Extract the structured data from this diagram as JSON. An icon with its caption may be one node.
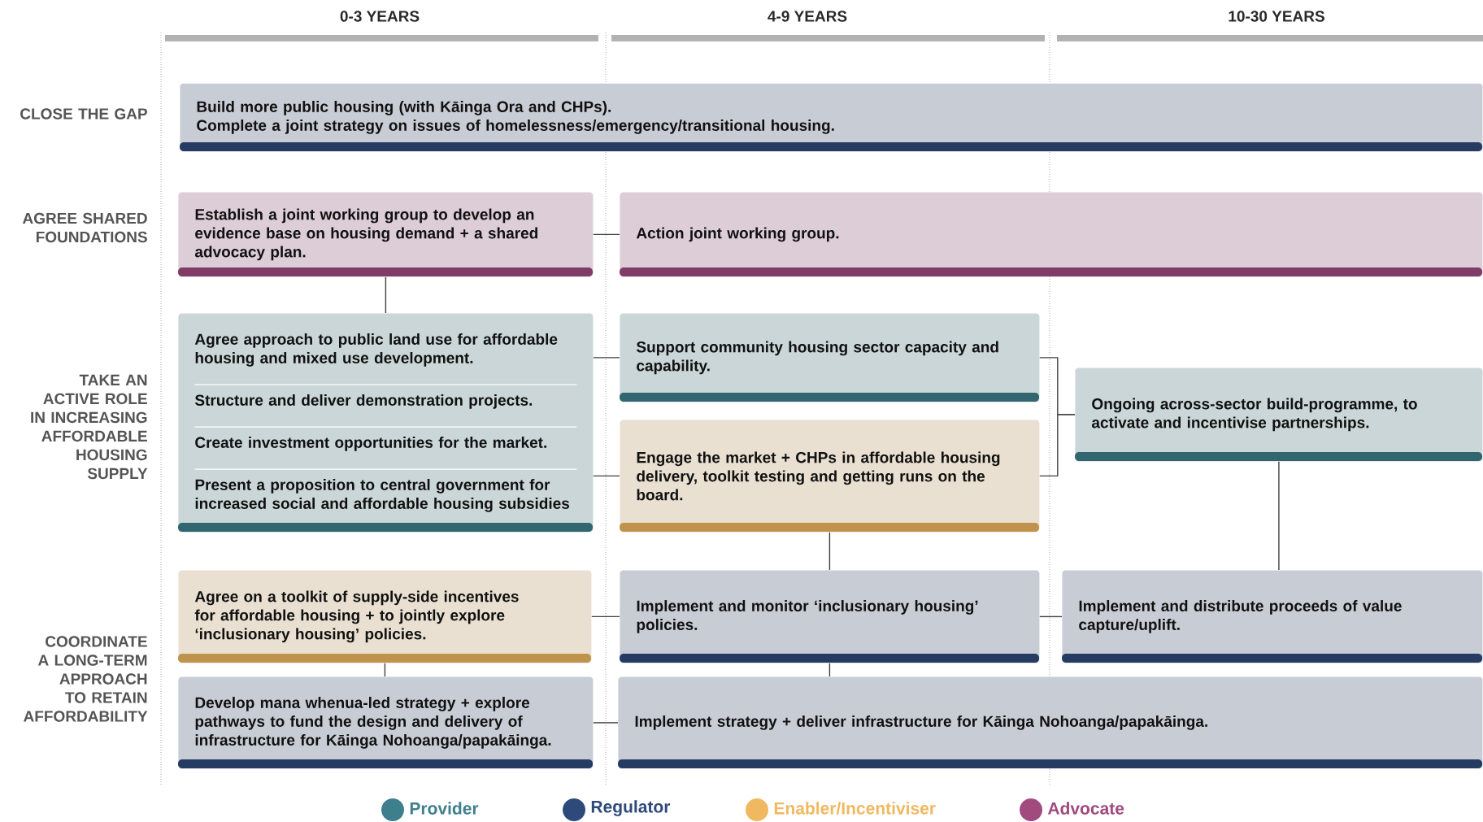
{
  "diagram": {
    "nodes": [
      {
        "text": [
          "Build more public housing (with Kāinga Ora and CHPs).",
          "Complete a joint strategy on issues of homelessness/emergency/transitional housing."
        ]
      },
      {
        "text": [
          "Establish a joint working group to develop an evidence base on housing demand + a shared advocacy plan."
        ]
      },
      {
        "text": [
          "Action joint working group."
        ]
      },
      {
        "text": [
          "Agree approach to public land use for affordable housing and mixed use development.",
          "Structure and deliver demonstration projects.",
          "Create investment opportunities for the market.",
          "Present a proposition to central government for increased social and affordable housing subsidies"
        ]
      },
      {
        "text": [
          "Support community housing sector capacity and capability."
        ]
      },
      {
        "text": [
          "Engage the market + CHPs in affordable housing delivery, toolkit testing and getting runs on the board."
        ]
      },
      {
        "text": [
          "Ongoing across-sector build-programme, to activate and incentivise partnerships."
        ]
      },
      {
        "text": [
          "Agree on a toolkit of supply-side incentives for affordable housing + to jointly explore ‘inclusionary housing’ policies."
        ]
      },
      {
        "text": [
          "Implement and monitor ‘inclusionary housing’ policies."
        ]
      },
      {
        "text": [
          "Implement and distribute proceeds of value capture/uplift."
        ]
      },
      {
        "text": [
          "Develop mana whenua-led strategy + explore pathways to fund the design and delivery of infrastructure for Kāinga Nohoanga/papakāinga."
        ]
      },
      {
        "text": [
          "Implement strategy + deliver infrastructure for Kāinga Nohoanga/papakāinga."
        ]
      }
    ],
    "edges": [
      {
        "from": 1,
        "to": 2,
        "arrow": "none"
      },
      {
        "from": 1,
        "to": 3,
        "arrow": "none"
      },
      {
        "from": 3,
        "to": 4,
        "arrow": "none"
      },
      {
        "from": 3,
        "to": 5,
        "arrow": "none"
      },
      {
        "from": 4,
        "to": 6,
        "arrow": "none"
      },
      {
        "from": 5,
        "to": 6,
        "arrow": "none"
      },
      {
        "from": 5,
        "to": 8,
        "arrow": "none"
      },
      {
        "from": 6,
        "to": 9,
        "arrow": "none"
      },
      {
        "from": 7,
        "to": 8,
        "arrow": "none"
      },
      {
        "from": 8,
        "to": 9,
        "arrow": "none"
      },
      {
        "from": 7,
        "to": 10,
        "arrow": "none"
      },
      {
        "from": 8,
        "to": 11,
        "arrow": "none"
      },
      {
        "from": 10,
        "to": 11,
        "arrow": "none"
      }
    ],
    "labels": [
      "0-3 YEARS",
      "4-9 YEARS",
      "10-30 YEARS",
      "CLOSE THE GAP",
      "AGREE SHARED FOUNDATIONS",
      "TAKE AN ACTIVE ROLE IN INCREASING AFFORDABLE HOUSING SUPPLY",
      "COORDINATE A LONG-TERM APPROACH TO RETAIN AFFORDABILITY"
    ],
    "legend": [
      {
        "text": "Provider",
        "color": "#3d7f8c"
      },
      {
        "text": "Regulator",
        "color": "#2e4a7a"
      },
      {
        "text": "Enabler/Incentiviser",
        "color": "#f0b860"
      },
      {
        "text": "Advocate",
        "color": "#a04a80"
      }
    ]
  }
}
